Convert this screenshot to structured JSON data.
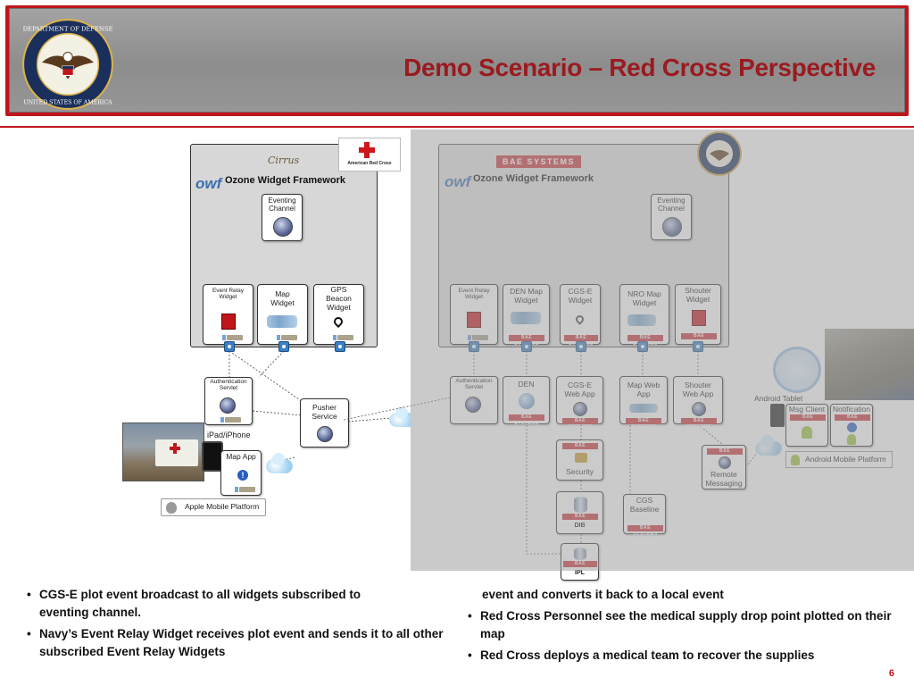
{
  "slide": {
    "title": "Demo Scenario – Red Cross Perspective",
    "page_number": "6",
    "accent_color": "#c0161b",
    "title_color": "#9b1a1f"
  },
  "left_diagram": {
    "cirrus_logo": "Cirrus",
    "red_cross_logo": "American Red Cross",
    "owf_logo": "owf",
    "framework_title": "Ozone Widget Framework",
    "eventing_channel": "Eventing\nChannel",
    "widgets": [
      {
        "label": "Event Relay\nWidget",
        "icon": "relay-icon"
      },
      {
        "label": "Map\nWidget",
        "icon": "map-icon"
      },
      {
        "label": "GPS\nBeacon\nWidget",
        "icon": "location-pin-icon"
      }
    ],
    "auth_servlet": "Authentication\nServlet",
    "pusher_service": "Pusher\nService",
    "ipad_iphone": "iPad/iPhone",
    "map_app": "Map App",
    "apple_platform": "Apple Mobile Platform"
  },
  "right_diagram": {
    "bae_logo": "BAE SYSTEMS",
    "owf_logo": "owf",
    "framework_title": "Ozone Widget Framework",
    "eventing_channel": "Eventing\nChannel",
    "widgets": [
      {
        "label": "Event Relay\nWidget"
      },
      {
        "label": "DEN Map\nWidget"
      },
      {
        "label": "CGS-E\nWidget"
      },
      {
        "label": "NRO Map\nWidget"
      },
      {
        "label": "Shouter\nWidget"
      }
    ],
    "auth_servlet": "Authentication\nServlet",
    "den": "DEN",
    "cgse_web_app": "CGS-E\nWeb App",
    "map_web_app": "Map Web\nApp",
    "shouter_web_app": "Shouter\nWeb App",
    "security": "Security",
    "remote_messaging": "Remote\nMessaging",
    "cgs_baseline": "CGS\nBaseline",
    "dib": "DIB",
    "ipl": "IPL",
    "android_tablet": "Android Tablet",
    "msg_client": "Msg Client",
    "notification": "Notification",
    "android_platform": "Android Mobile Platform"
  },
  "bullets_left": [
    "CGS-E plot event broadcast to all widgets subscribed to eventing channel.",
    "Navy’s Event Relay Widget receives plot event and sends it to all other subscribed Event Relay Widgets"
  ],
  "bullets_right_continuation": "event and converts it back to a local event",
  "bullets_right": [
    "Red Cross Personnel see the medical supply drop point plotted on their map",
    "Red Cross deploys a medical team to recover the supplies"
  ]
}
